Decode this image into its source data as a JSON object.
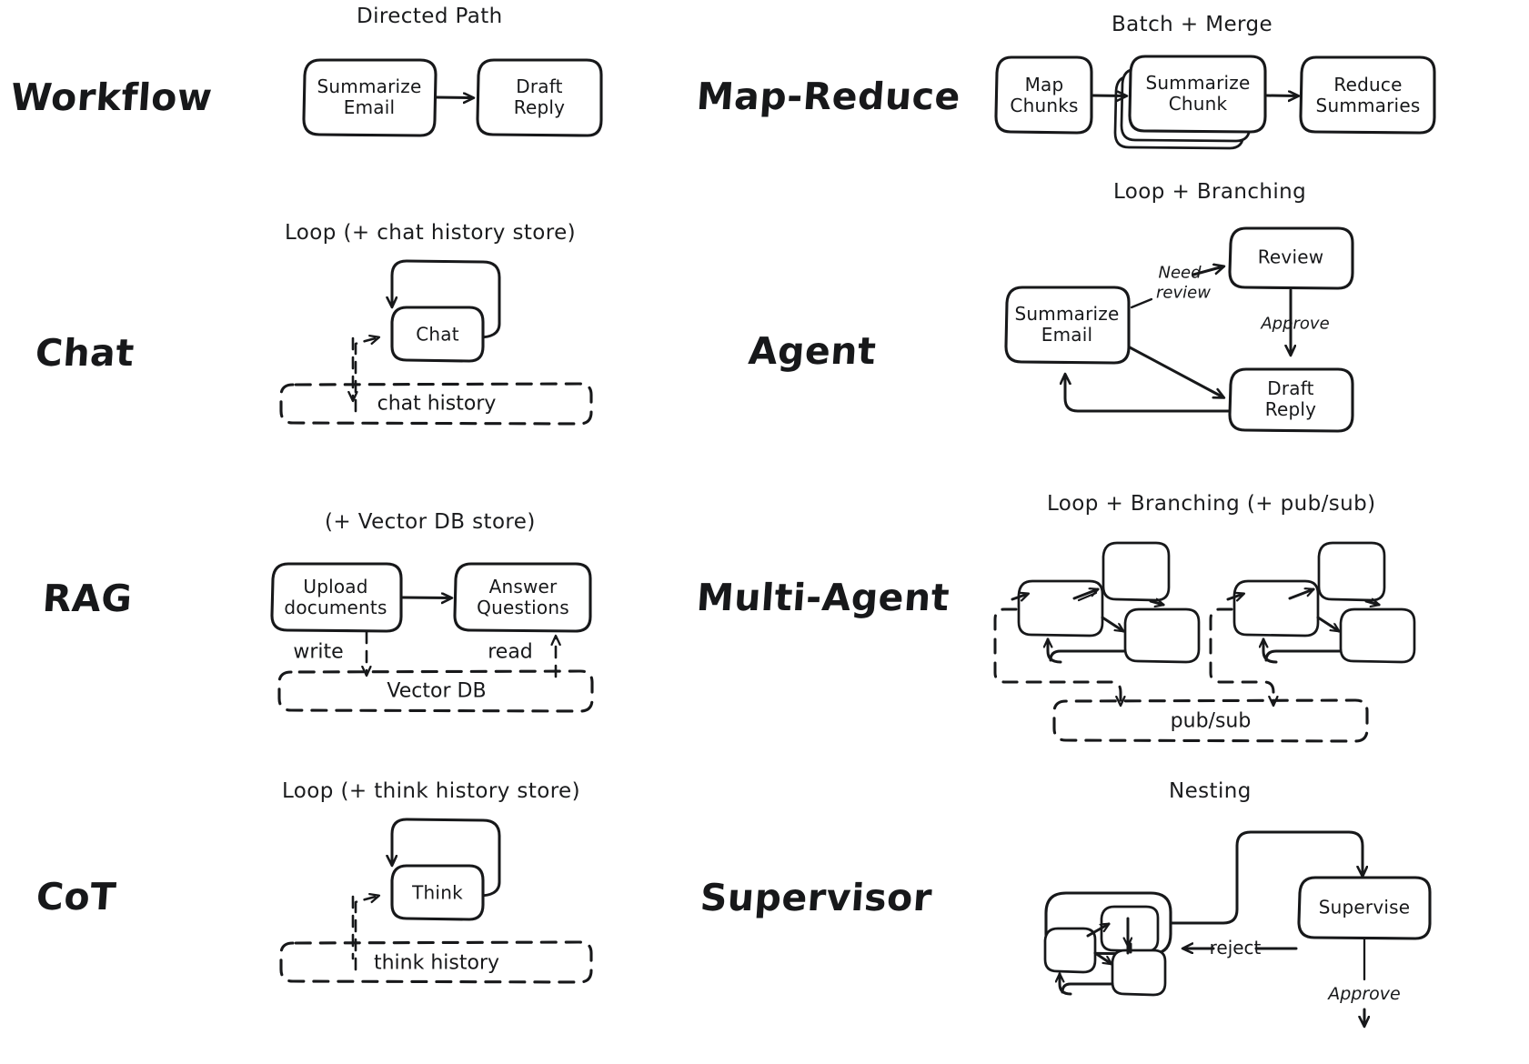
{
  "figure": {
    "title": "Agentic patterns comparison diagram",
    "background": "#ffffff",
    "ink": "#17181a"
  },
  "rows": [
    {
      "left": {
        "label": "Workflow",
        "caption": "Directed Path",
        "nodes": [
          "Summarize\nEmail",
          "Draft\nReply"
        ],
        "edge_labels": []
      },
      "right": {
        "label": "Map-Reduce",
        "caption": "Batch + Merge",
        "nodes": [
          "Map\nChunks",
          "Summarize\nChunk",
          "Reduce\nSummaries"
        ],
        "edge_labels": []
      }
    },
    {
      "left": {
        "label": "Chat",
        "caption": "Loop (+ chat history store)",
        "nodes": [
          "Chat"
        ],
        "store": "chat history",
        "edge_labels": []
      },
      "right": {
        "label": "Agent",
        "caption": "Loop + Branching",
        "nodes": [
          "Summarize\nEmail",
          "Review",
          "Draft\nReply"
        ],
        "edge_labels": [
          "Need",
          "review",
          "Approve"
        ]
      }
    },
    {
      "left": {
        "label": "RAG",
        "caption": "(+ Vector DB store)",
        "nodes": [
          "Upload\ndocuments",
          "Answer\nQuestions"
        ],
        "store": "Vector DB",
        "edge_labels": [
          "write",
          "read"
        ]
      },
      "right": {
        "label": "Multi-Agent",
        "caption": "Loop + Branching (+ pub/sub)",
        "nodes": [],
        "store": "pub/sub",
        "edge_labels": []
      }
    },
    {
      "left": {
        "label": "CoT",
        "caption": "Loop (+ think history store)",
        "nodes": [
          "Think"
        ],
        "store": "think history",
        "edge_labels": []
      },
      "right": {
        "label": "Supervisor",
        "caption": "Nesting",
        "nodes": [
          "Supervise"
        ],
        "edge_labels": [
          "reject",
          "Approve"
        ]
      }
    }
  ],
  "labels": {
    "workflow": "Workflow",
    "chat": "Chat",
    "rag": "RAG",
    "cot": "CoT",
    "mapreduce": "Map-Reduce",
    "agent": "Agent",
    "multiagent": "Multi-Agent",
    "supervisor": "Supervisor"
  },
  "captions": {
    "directed_path": "Directed Path",
    "batch_merge": "Batch + Merge",
    "loop_chat": "Loop (+ chat history store)",
    "loop_branching": "Loop + Branching",
    "vector_db_store": "(+ Vector DB store)",
    "loop_branching_pubsub": "Loop + Branching (+ pub/sub)",
    "loop_think": "Loop (+ think history store)",
    "nesting": "Nesting"
  },
  "nodes": {
    "summarize_email": "Summarize\nEmail",
    "draft_reply": "Draft\nReply",
    "map_chunks": "Map\nChunks",
    "summarize_chunk": "Summarize\nChunk",
    "reduce_summaries": "Reduce\nSummaries",
    "chat": "Chat",
    "review": "Review",
    "agent_summarize_email": "Summarize\nEmail",
    "agent_draft_reply": "Draft\nReply",
    "upload_documents": "Upload\ndocuments",
    "answer_questions": "Answer\nQuestions",
    "think": "Think",
    "supervise": "Supervise"
  },
  "stores": {
    "chat_history": "chat history",
    "vector_db": "Vector DB",
    "pubsub": "pub/sub",
    "think_history": "think history"
  },
  "edge_labels": {
    "need": "Need",
    "review": "review",
    "approve_agent": "Approve",
    "write": "write",
    "read": "read",
    "reject": "reject",
    "approve_supervisor": "Approve"
  }
}
